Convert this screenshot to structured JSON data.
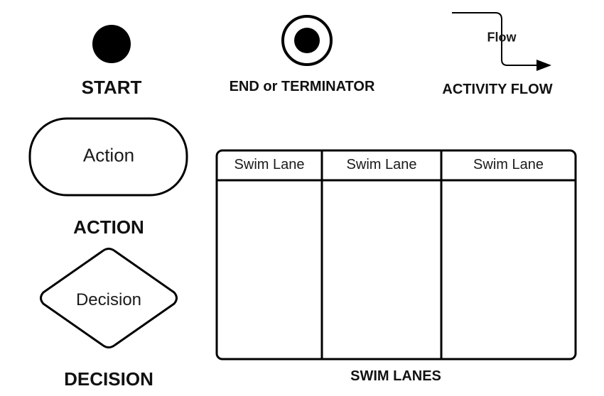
{
  "symbols": {
    "start": {
      "caption": "START"
    },
    "end": {
      "caption": "END or TERMINATOR"
    },
    "flow": {
      "label": "Flow",
      "caption": "ACTIVITY FLOW"
    },
    "action": {
      "label": "Action",
      "caption": "ACTION"
    },
    "decision": {
      "label": "Decision",
      "caption": "DECISION"
    },
    "swimlanes": {
      "caption": "SWIM LANES",
      "lanes": [
        "Swim Lane",
        "Swim Lane",
        "Swim Lane"
      ]
    }
  },
  "colors": {
    "stroke": "#111111",
    "fill": "#ffffff",
    "text": "#1a1a1a"
  }
}
